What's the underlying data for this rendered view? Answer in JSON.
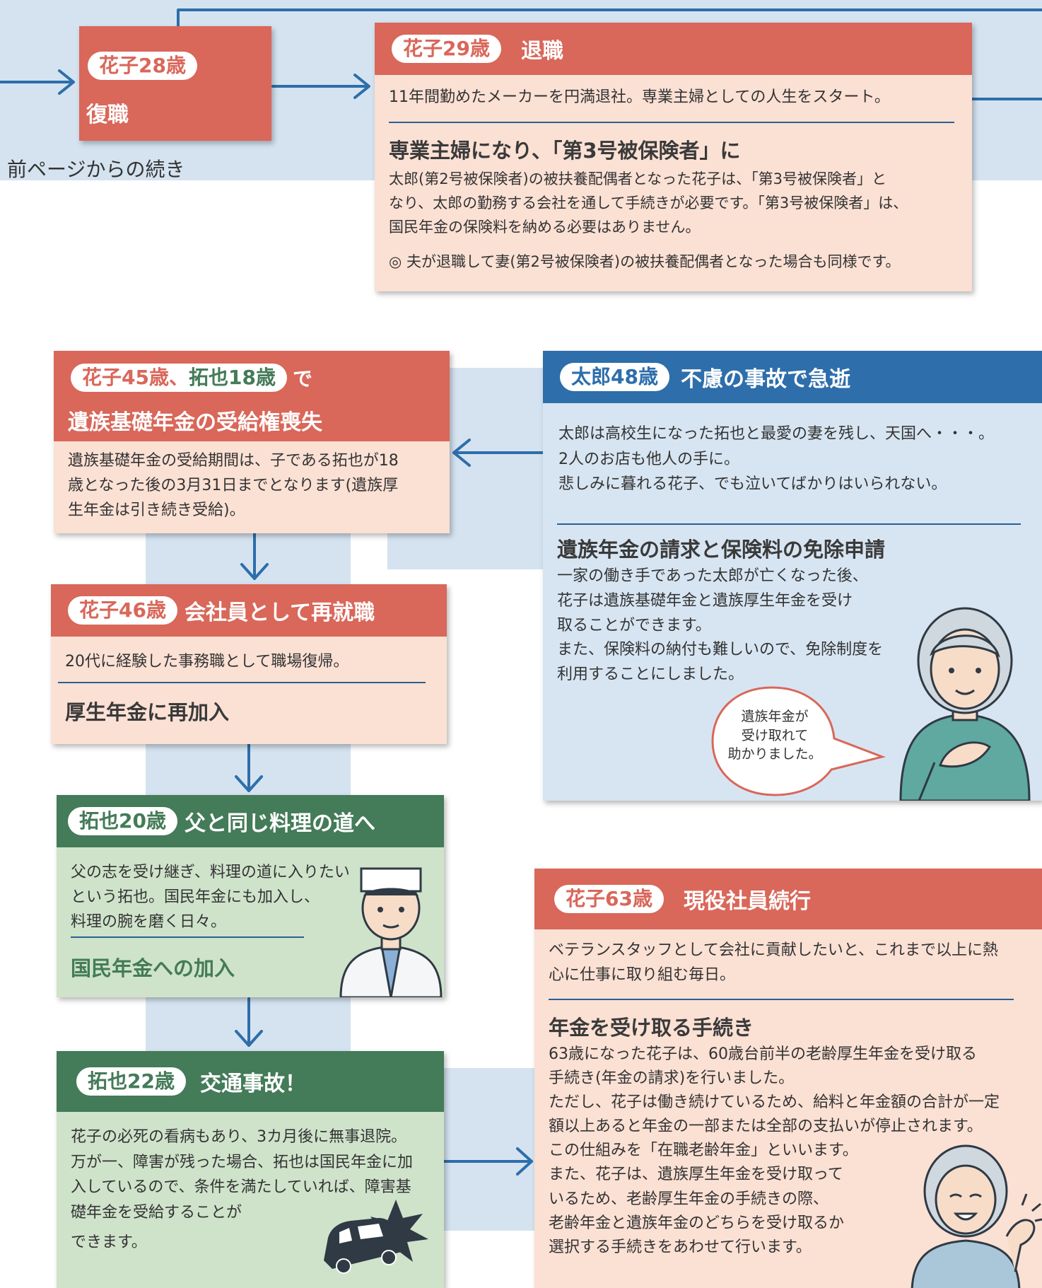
{
  "continued_text": "前ページからの続き",
  "box_hanako28": {
    "badge": "花子28歳",
    "title": "復職"
  },
  "box_hanako29": {
    "badge": "花子29歳",
    "title": "退職",
    "intro": "11年間勤めたメーカーを円満退社。専業主婦としての人生をスタート。",
    "subheading": "専業主婦になり、「第3号被保険者」に",
    "body_lines": [
      "太郎(第2号被保険者)の被扶養配偶者となった花子は、「第3号被保険者」と",
      "なり、太郎の勤務する会社を通して手続きが必要です。「第3号被保険者」は、",
      "国民年金の保険料を納める必要はありません。"
    ],
    "note": "◎ 夫が退職して妻(第2号被保険者)の被扶養配偶者となった場合も同様です。"
  },
  "box_hanako45": {
    "badge_part1": "花子45歳",
    "badge_sep": "、",
    "badge_part2": "拓也18歳",
    "title_suffix": "で",
    "title_line2": "遺族基礎年金の受給権喪失",
    "body_lines": [
      "遺族基礎年金の受給期間は、子である拓也が18",
      "歳となった後の3月31日までとなります(遺族厚",
      "生年金は引き続き受給)。"
    ]
  },
  "box_taro48": {
    "badge": "太郎48歳",
    "title": "不慮の事故で急逝",
    "intro_lines": [
      "太郎は高校生になった拓也と最愛の妻を残し、天国へ・・・。",
      "2人のお店も他人の手に。",
      "悲しみに暮れる花子、でも泣いてばかりはいられない。"
    ],
    "subheading": "遺族年金の請求と保険料の免除申請",
    "body_lines": [
      "一家の働き手であった太郎が亡くなった後、",
      "花子は遺族基礎年金と遺族厚生年金を受け",
      "取ることができます。",
      "また、保険料の納付も難しいので、免除制度を",
      "利用することにしました。"
    ],
    "speech_lines": [
      "遺族年金が",
      "受け取れて",
      "助かりました。"
    ]
  },
  "box_hanako46": {
    "badge": "花子46歳",
    "title": "会社員として再就職",
    "intro": "20代に経験した事務職として職場復帰。",
    "subheading": "厚生年金に再加入"
  },
  "box_takuya20": {
    "badge": "拓也20歳",
    "title": "父と同じ料理の道へ",
    "body_lines": [
      "父の志を受け継ぎ、料理の道に入りたい",
      "という拓也。国民年金にも加入し、",
      "料理の腕を磨く日々。"
    ],
    "subheading": "国民年金への加入"
  },
  "box_takuya22": {
    "badge": "拓也22歳",
    "title": "交通事故！",
    "body_lines": [
      "花子の必死の看病もあり、3カ月後に無事退院。",
      "万が一、障害が残った場合、拓也は国民年金に加",
      "入しているので、条件を満たしていれば、障害基",
      "礎年金を受給することが",
      "できます。"
    ]
  },
  "box_hanako63": {
    "badge": "花子63歳",
    "title": "現役社員続行",
    "intro_lines": [
      "ベテランスタッフとして会社に貢献したいと、これまで以上に熱",
      "心に仕事に取り組む毎日。"
    ],
    "subheading": "年金を受け取る手続き",
    "body_lines": [
      "63歳になった花子は、60歳台前半の老齢厚生年金を受け取る",
      "手続き(年金の請求)を行いました。",
      "ただし、花子は働き続けているため、給料と年金額の合計が一定",
      "額以上あると年金の一部または全部の支払いが停止されます。",
      "この仕組みを「在職老齢年金」といいます。",
      "また、花子は、遺族厚生年金を受け取って",
      "いるため、老齢厚生年金の手続きの際、",
      "老齢年金と遺族年金のどちらを受け取るか",
      "選択する手続きをあわせて行います。"
    ]
  },
  "colors": {
    "red": "#d9675a",
    "pink": "#fbe0d4",
    "blue": "#2d6eab",
    "light_blue": "#d7e5f2",
    "green": "#447b58",
    "light_green": "#cfe3cb",
    "band": "#d5e3f0"
  }
}
